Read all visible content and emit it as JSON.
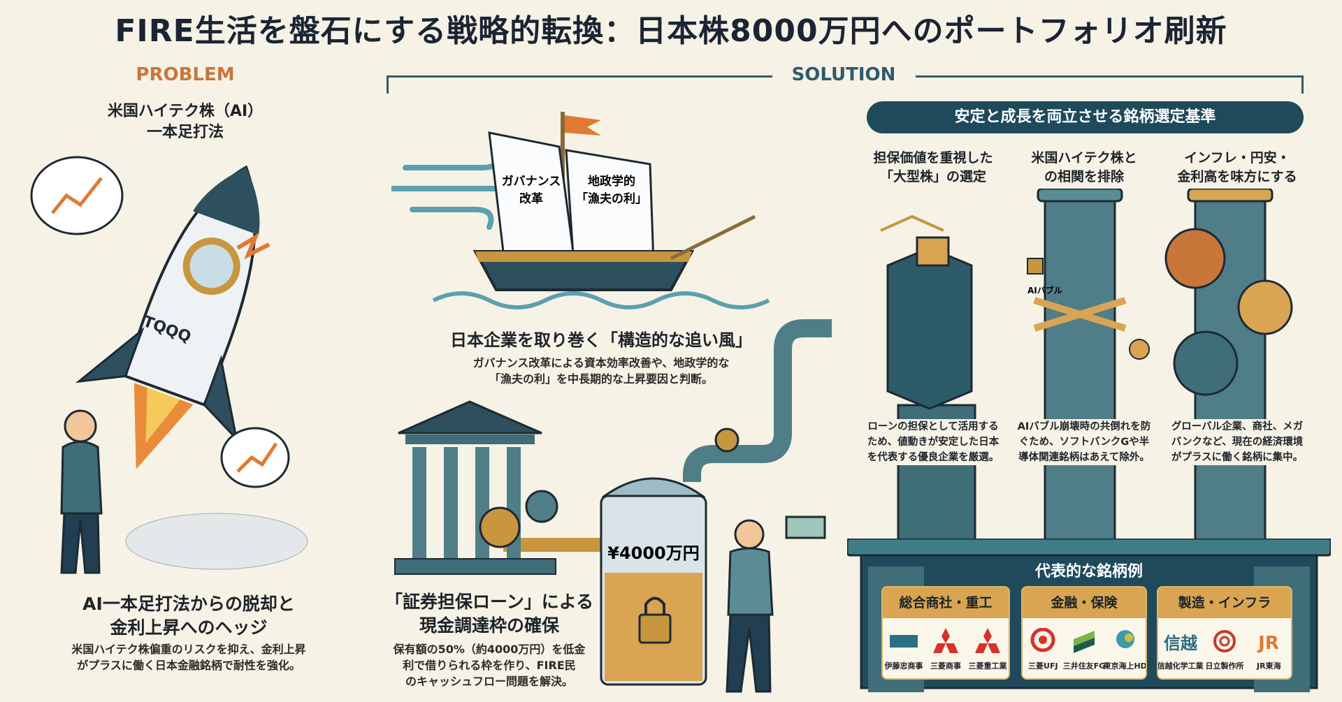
{
  "title": "FIRE生活を盤石にする戦略的転換：日本株8000万円へのポートフォリオ刷新",
  "problem": {
    "label": "PROBLEM",
    "subtitle_1": "米国ハイテク株（AI）",
    "subtitle_2": "一本足打法",
    "rocket_label": "TQQQ",
    "heading_1": "AI一本足打法からの脱却と",
    "heading_2": "金利上昇へのヘッジ",
    "desc_1": "米国ハイテク株偏重のリスクを抑え、金利上昇",
    "desc_2": "がプラスに働く日本金融銘柄で耐性を強化。"
  },
  "solution": {
    "label": "SOLUTION",
    "ship": {
      "sail_1_a": "ガバナンス",
      "sail_1_b": "改革",
      "sail_2_a": "地政学的",
      "sail_2_b": "「漁夫の利」",
      "heading": "日本企業を取り巻く「構造的な追い風」",
      "desc_1": "ガバナンス改革による資本効率改善や、地政学的な",
      "desc_2": "「漁夫の利」を中長期的な上昇要因と判断。"
    },
    "loan": {
      "tank_label": "¥4000万円",
      "heading_1": "「証券担保ローン」による",
      "heading_2": "現金調達枠の確保",
      "desc_1": "保有額の50%（約4000万円）を低金",
      "desc_2": "利で借りられる枠を作り、FIRE民",
      "desc_3": "のキャッシュフロー問題を解決。"
    },
    "criteria": {
      "title": "安定と成長を両立させる銘柄選定基準",
      "columns": [
        {
          "h1": "担保価値を重視した",
          "h2": "「大型株」の選定",
          "desc": "ローンの担保として活用するため、値動きが安定した日本を代表する優良企業を厳選。"
        },
        {
          "h1": "米国ハイテク株と",
          "h2": "の相関を排除",
          "icon_label": "AIバブル",
          "desc": "AIバブル崩壊時の共倒れを防ぐため、ソフトバンクGや半導体関連銘柄はあえて除外。"
        },
        {
          "h1": "インフレ・円安・",
          "h2": "金利高を味方にする",
          "desc": "グローバル企業、商社、メガバンクなど、現在の経済環境がプラスに働く銘柄に集中。"
        }
      ]
    },
    "examples": {
      "title": "代表的な銘柄例",
      "groups": [
        {
          "name": "総合商社・重工",
          "items": [
            "伊藤忠商事",
            "三菱商事",
            "三菱重工業"
          ]
        },
        {
          "name": "金融・保険",
          "items": [
            "三菱UFJ",
            "三井住友FG",
            "東京海上HD"
          ]
        },
        {
          "name": "製造・インフラ",
          "items": [
            "信越化学工業",
            "日立製作所",
            "JR東海"
          ],
          "logo_text": [
            "信越",
            "JR"
          ]
        }
      ]
    }
  },
  "colors": {
    "navy": "#1f4a5c",
    "orange": "#c8763a",
    "gold": "#d9a552",
    "background": "#f6f2e6"
  }
}
